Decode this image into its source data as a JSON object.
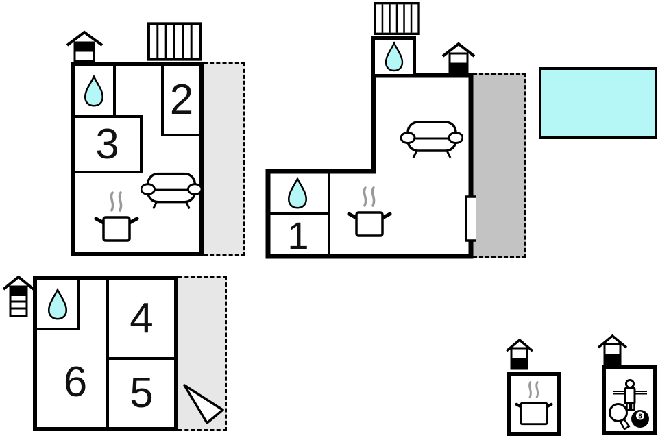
{
  "floorplan": {
    "unit_a": {
      "room2": "2",
      "room3": "3",
      "features": [
        "bathroom water-drop",
        "sofa",
        "stove with steam",
        "chimney",
        "radiator",
        "dashed terrace"
      ]
    },
    "unit_b": {
      "room1": "1",
      "features": [
        "roof-top bathroom water-drop",
        "bathroom water-drop",
        "sofa",
        "stove with steam",
        "chimney",
        "radiator",
        "door",
        "dashed dark terrace"
      ]
    },
    "unit_c": {
      "room4": "4",
      "room5": "5",
      "room6": "6",
      "features": [
        "bathroom water-drop",
        "chimney",
        "dashed terrace with direction arrow"
      ]
    },
    "sauna_hut": {
      "features": [
        "stove with steam",
        "chimney"
      ]
    },
    "game_hut": {
      "ball_number": "8",
      "features": [
        "foosball player",
        "table-tennis paddle",
        "billiard 8-ball",
        "chimney"
      ]
    },
    "pool": {
      "type": "swimming-pool"
    },
    "colors": {
      "wall": "#000000",
      "water": "#b5f6f6",
      "terrace_light": "#e7e7e7",
      "terrace_dark": "#c3c3c3",
      "steam": "#999999"
    },
    "icons": {
      "water-drop-icon": "teardrop shape (bathroom/shower)",
      "sofa-icon": "sofa with armrests and legs",
      "stove-icon": "cooking pot with rising steam",
      "chimney-icon": "small roofed chimney marker",
      "radiator-icon": "rectangle with vertical fins",
      "direction-arrow-icon": "white triangle pointer on terrace",
      "foosball-player-icon": "table-football figure on rod",
      "table-tennis-paddle-icon": "ping-pong paddle",
      "billiard-ball-icon": "black 8-ball"
    }
  }
}
